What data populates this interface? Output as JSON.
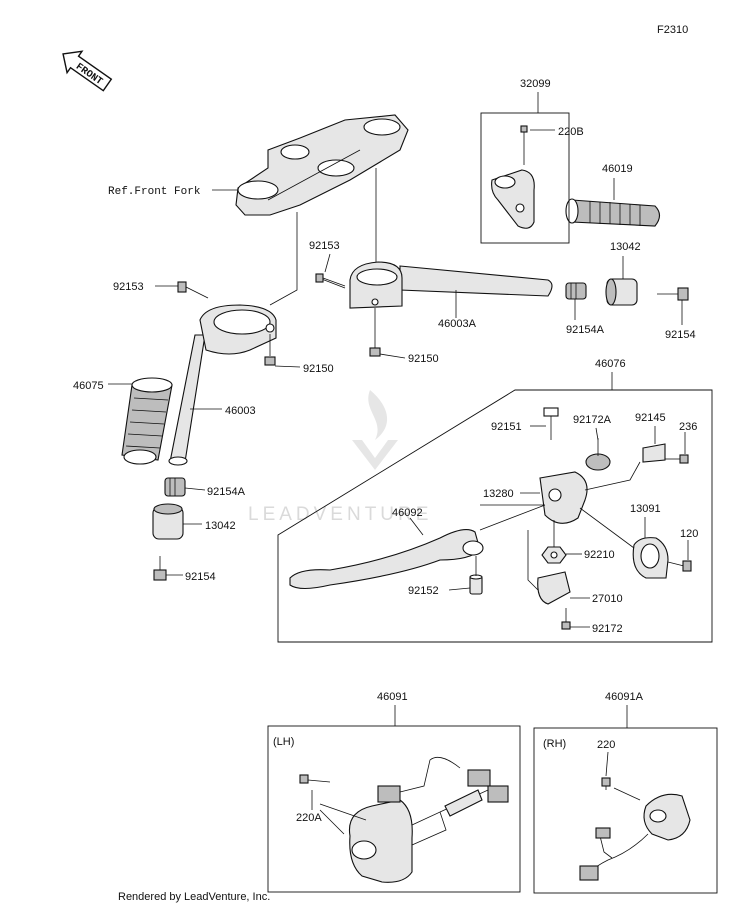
{
  "figure_code": "F2310",
  "front_arrow_label": "FRONT",
  "watermark": "LEADVENTURE",
  "footer": "Rendered by LeadVenture, Inc.",
  "ref_front_fork": "Ref.Front Fork",
  "part_labels": {
    "p32099": "32099",
    "p220B": "220B",
    "p46019": "46019",
    "p13042_top": "13042",
    "p92153_a": "92153",
    "p92153_b": "92153",
    "p46003A": "46003A",
    "p92154A_top": "92154A",
    "p92154_top": "92154",
    "p92150_a": "92150",
    "p92150_b": "92150",
    "p46075": "46075",
    "p46003": "46003",
    "p92154A_left": "92154A",
    "p13042_left": "13042",
    "p92154_left": "92154",
    "p46076": "46076",
    "p92151": "92151",
    "p92172A": "92172A",
    "p92145": "92145",
    "p236": "236",
    "p13280": "13280",
    "p46092": "46092",
    "p13091": "13091",
    "p120": "120",
    "p92210": "92210",
    "p92152": "92152",
    "p27010": "27010",
    "p92172": "92172",
    "p46091": "46091",
    "p46091A": "46091A",
    "lh": "(LH)",
    "rh": "(RH)",
    "p220A": "220A",
    "p220": "220"
  },
  "colors": {
    "line": "#111111",
    "part_fill": "#e6e6e6",
    "part_dark": "#bdbdbd",
    "watermark": "#d6d6d6"
  }
}
